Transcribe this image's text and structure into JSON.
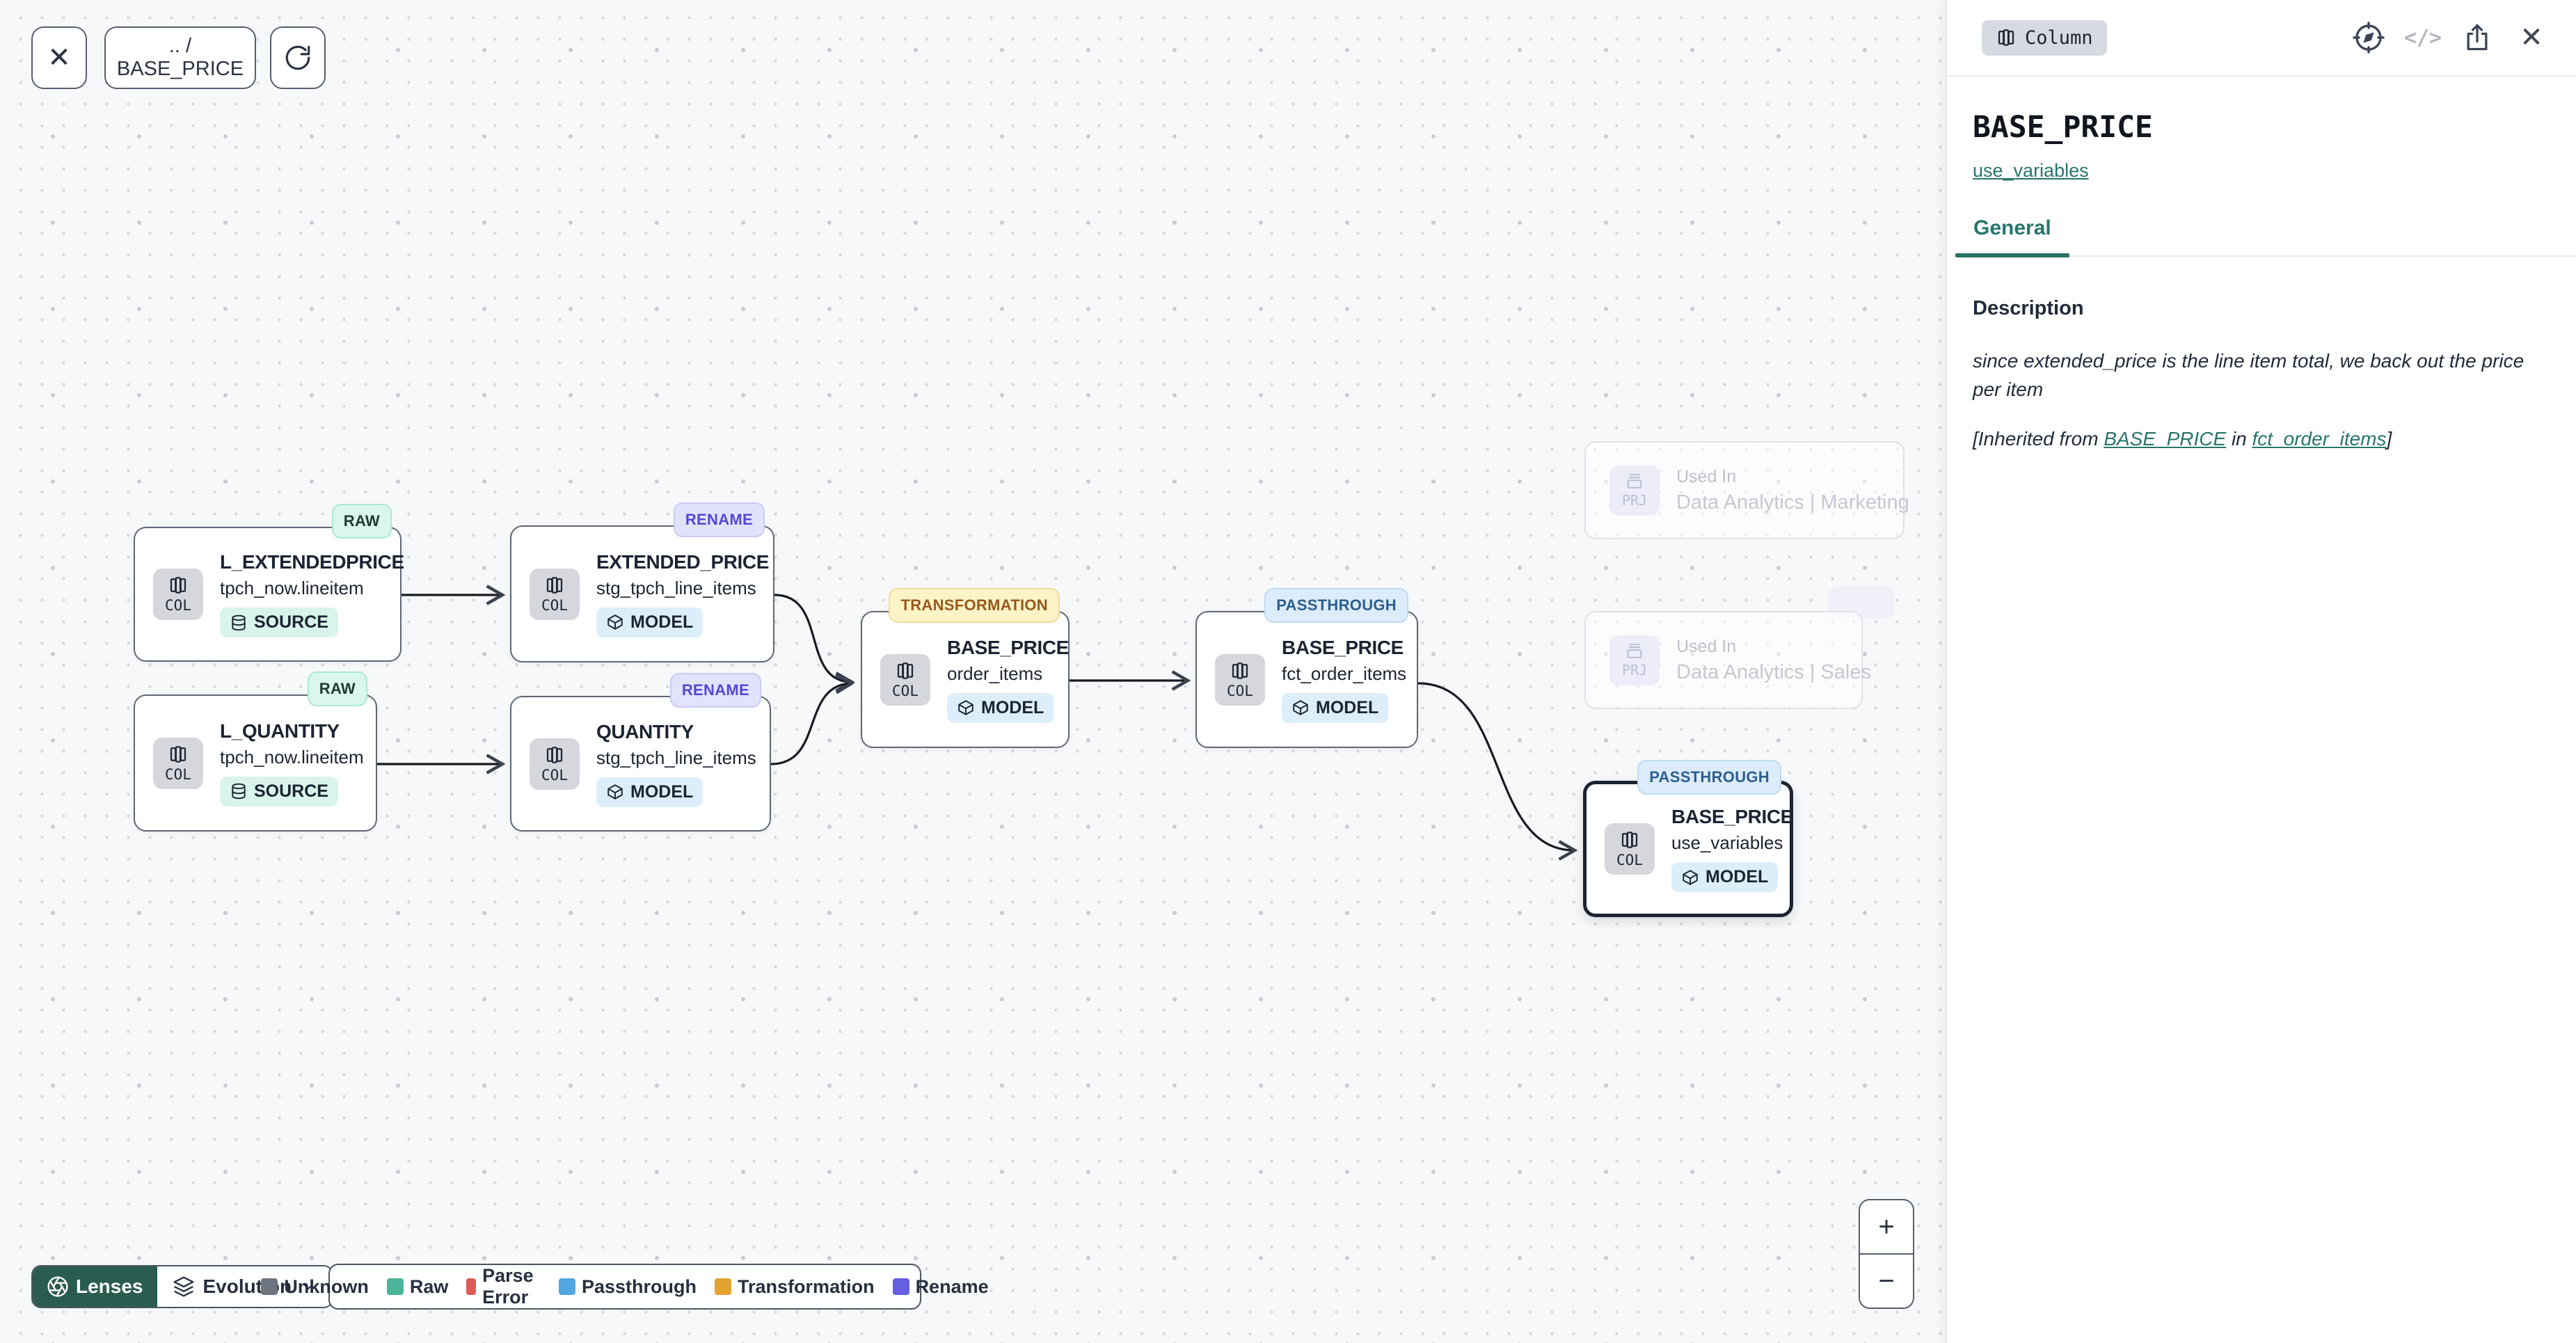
{
  "toolbar": {
    "breadcrumb": ".. / BASE_PRICE"
  },
  "canvas": {
    "nodes": [
      {
        "badge": "RAW",
        "title": "L_EXTENDEDPRICE",
        "subtitle": "tpch_now.lineitem",
        "chip": "SOURCE",
        "icon_label": "COL"
      },
      {
        "badge": "RENAME",
        "title": "EXTENDED_PRICE",
        "subtitle": "stg_tpch_line_items",
        "chip": "MODEL",
        "icon_label": "COL"
      },
      {
        "badge": "RAW",
        "title": "L_QUANTITY",
        "subtitle": "tpch_now.lineitem",
        "chip": "SOURCE",
        "icon_label": "COL"
      },
      {
        "badge": "RENAME",
        "title": "QUANTITY",
        "subtitle": "stg_tpch_line_items",
        "chip": "MODEL",
        "icon_label": "COL"
      },
      {
        "badge": "TRANSFORMATION",
        "title": "BASE_PRICE",
        "subtitle": "order_items",
        "chip": "MODEL",
        "icon_label": "COL"
      },
      {
        "badge": "PASSTHROUGH",
        "title": "BASE_PRICE",
        "subtitle": "fct_order_items",
        "chip": "MODEL",
        "icon_label": "COL"
      },
      {
        "badge": "PASSTHROUGH",
        "title": "BASE_PRICE",
        "subtitle": "use_variables",
        "chip": "MODEL",
        "icon_label": "COL"
      }
    ],
    "used_in": [
      {
        "label": "Used In",
        "project": "Data Analytics | Marketing",
        "icon_label": "PRJ"
      },
      {
        "label": "Used In",
        "project": "Data Analytics | Sales",
        "icon_label": "PRJ"
      }
    ]
  },
  "lenses": {
    "button_label": "Lenses",
    "dropdown_label": "Evolution"
  },
  "legend": {
    "items": [
      {
        "label": "Unknown",
        "color": "#6e7480"
      },
      {
        "label": "Raw",
        "color": "#4cb498"
      },
      {
        "label": "Parse Error",
        "color": "#dd5b55"
      },
      {
        "label": "Passthrough",
        "color": "#52a7e0"
      },
      {
        "label": "Transformation",
        "color": "#e2a42e"
      },
      {
        "label": "Rename",
        "color": "#6460e0"
      }
    ]
  },
  "zoom_controls": {
    "zoom_in": "+",
    "zoom_out": "−"
  },
  "panel": {
    "type_badge": "Column",
    "title": "BASE_PRICE",
    "model_link": "use_variables",
    "tabs": [
      {
        "label": "General"
      }
    ],
    "description": {
      "heading": "Description",
      "body": "since extended_price is the line item total, we back out the price per item",
      "inherited_prefix": "[Inherited from ",
      "inherited_link_column": "BASE_PRICE",
      "inherited_middle": " in ",
      "inherited_link_model": "fct_order_items",
      "inherited_suffix": "]"
    }
  },
  "colors": {
    "accent_teal": "#27766b",
    "lenses_button": "#2b5c50",
    "badge_raw_bg": "#d9f7eb",
    "badge_rename_bg": "#e2e3fb",
    "badge_transformation_bg": "#fcf3c7",
    "badge_passthrough_bg": "#dcecfa"
  }
}
